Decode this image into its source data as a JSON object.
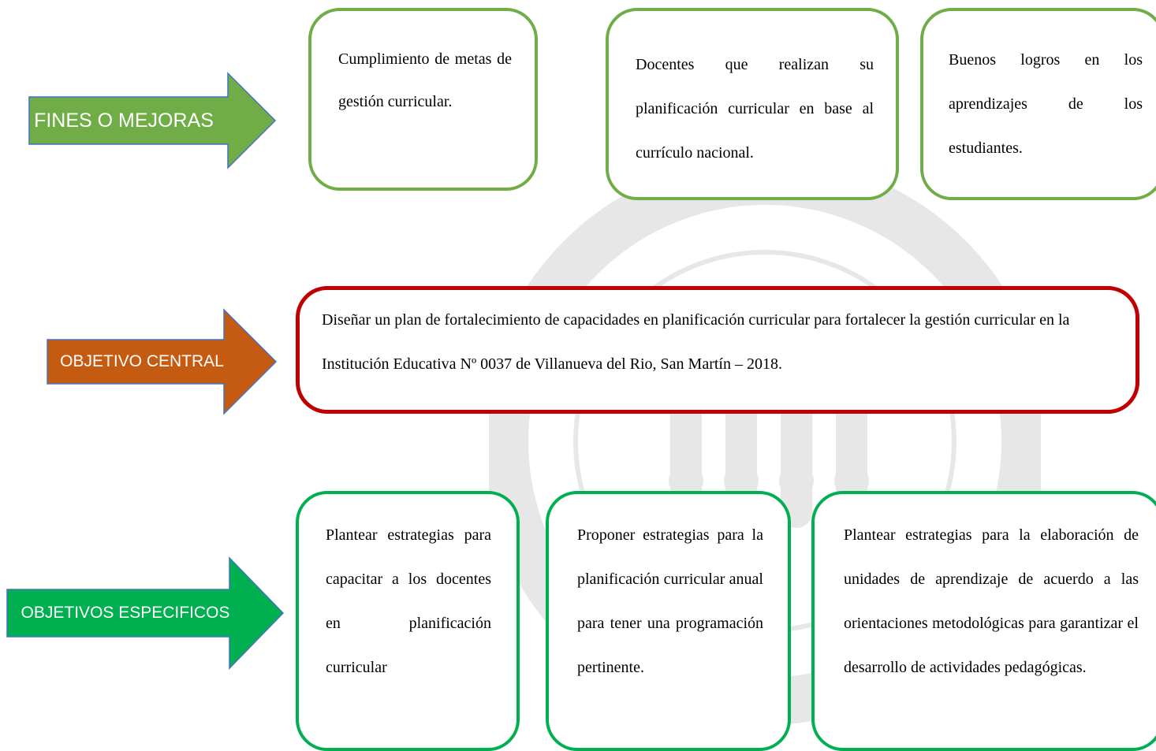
{
  "colors": {
    "fines": "#70ad47",
    "objetivo_central": "#c55a11",
    "objetivos_especificos": "#00b050",
    "central_border": "#c00000"
  },
  "arrows": {
    "fines": "FINES O MEJORAS",
    "central": "OBJETIVO CENTRAL",
    "especificos": "OBJETIVOS ESPECIFICOS"
  },
  "fines": [
    "Cumplimiento de metas de gestión curricular.",
    "Docentes que realizan su planificación curricular en base al currículo nacional.",
    "Buenos logros en los aprendizajes de los estudiantes."
  ],
  "objetivo_central": "Diseñar un plan de fortalecimiento de capacidades en planificación curricular para fortalecer la gestión curricular en la Institución Educativa Nº 0037 de Villanueva del Rio, San Martín – 2018.",
  "objetivos_especificos": [
    "Plantear estrategias para capacitar a los docentes en planificación curricular",
    "Proponer estrategias para la planificación curricular anual para tener una programación pertinente.",
    "Plantear estrategias para la elaboración de unidades de aprendizaje de acuerdo a las orientaciones metodológicas para garantizar el desarrollo de actividades pedagógicas."
  ]
}
